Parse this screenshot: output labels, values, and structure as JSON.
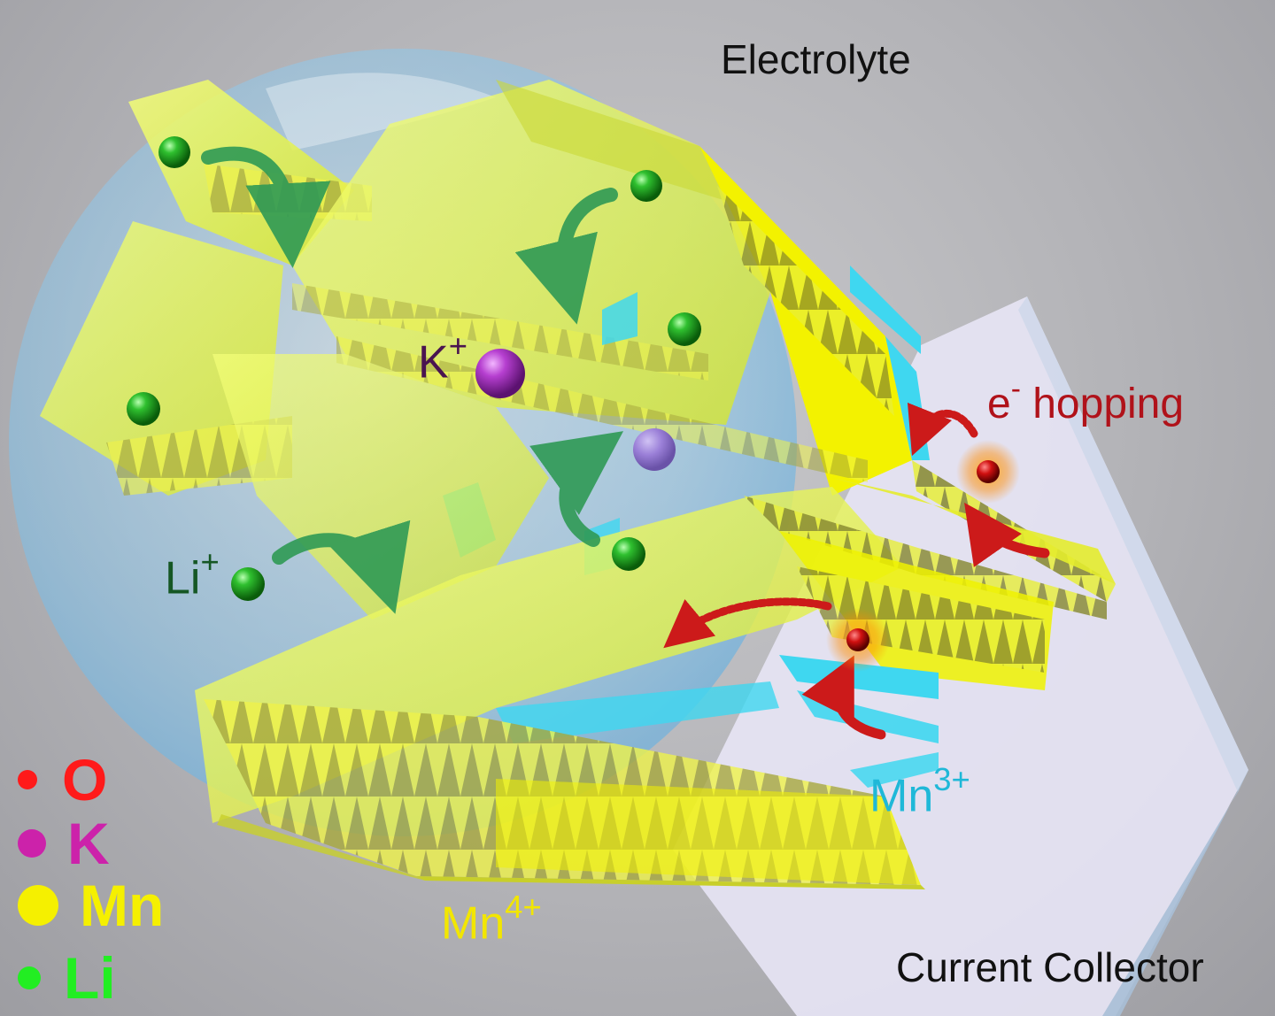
{
  "labels": {
    "electrolyte": "Electrolyte",
    "current_collector": "Current Collector",
    "hopping_e": "e",
    "hopping_sup": "-",
    "hopping_text": " hopping",
    "k_ion": "K",
    "k_sup": "+",
    "li_ion": "Li",
    "li_sup": "+",
    "mn3": "Mn",
    "mn3_sup": "3+",
    "mn4": "Mn",
    "mn4_sup": "4+"
  },
  "legend": [
    {
      "symbol": "O",
      "color": "#ff1a1a"
    },
    {
      "symbol": "K",
      "color": "#cc22aa"
    },
    {
      "symbol": "Mn",
      "color": "#f5f000"
    },
    {
      "symbol": "Li",
      "color": "#22ee22"
    }
  ],
  "colors": {
    "framework_yellow": "#e8f24a",
    "mn3_cyan": "#3fd7f0",
    "li_green": "#1aa51a",
    "k_purple": "#b03cc8",
    "electron_red": "#cc1111",
    "arrow_green": "#2f9a55",
    "arrow_red": "#cc1a1a",
    "sphere_blue": "#9fd0ee",
    "collector": "#e6e4f4"
  }
}
